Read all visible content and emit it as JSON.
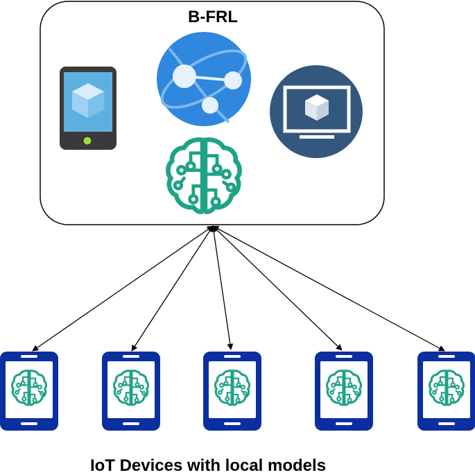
{
  "server": {
    "title": "B-FRL",
    "icons": [
      "mobile-app-icon",
      "web-app-globe-icon",
      "desktop-monitor-icon",
      "ai-brain-icon"
    ]
  },
  "devices": {
    "caption": "IoT Devices with local models",
    "count": 5,
    "icon": "smartphone-brain-icon"
  },
  "colors": {
    "brain_green": "#1fa386",
    "phone_navy": "#0c2fa0",
    "globe_blue": "#2f87de",
    "monitor_circle": "#34577e",
    "tablet_screen": "#5db0e0",
    "tablet_body": "#3a3a3a",
    "outline": "#000000"
  }
}
